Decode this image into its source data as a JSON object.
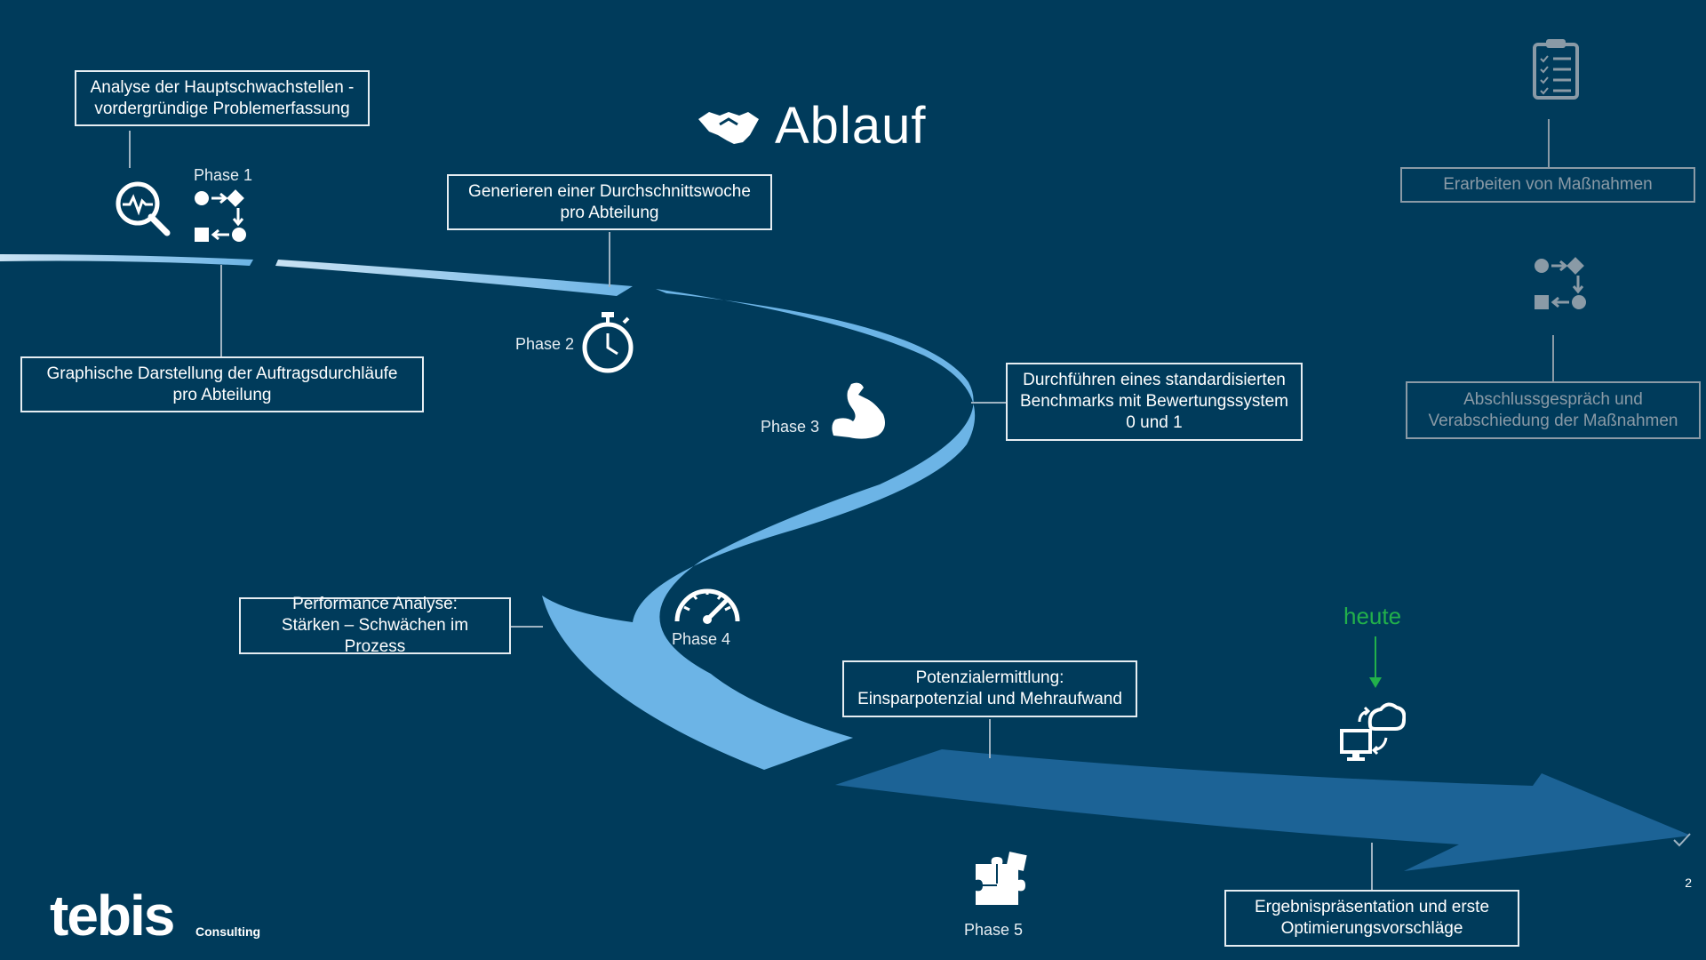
{
  "title": "Ablauf",
  "heute_label": "heute",
  "page_number": "2",
  "logo": {
    "wordmark": "tebis",
    "sub": "Consulting"
  },
  "phases": [
    {
      "label": "Phase 1",
      "icon": "flowchart-icon"
    },
    {
      "label": "Phase 2",
      "icon": "stopwatch-icon"
    },
    {
      "label": "Phase 3",
      "icon": "bicep-icon"
    },
    {
      "label": "Phase 4",
      "icon": "speedometer-icon"
    },
    {
      "label": "Phase 5",
      "icon": "puzzle-icon"
    }
  ],
  "boxes": {
    "analyse": {
      "line1": "Analyse der Hauptschwachstellen -",
      "line2": "vordergründige Problemerfassung"
    },
    "graphische": {
      "line1": "Graphische Darstellung der Auftragsdurchläufe",
      "line2": "pro Abteilung"
    },
    "generieren": {
      "line1": "Generieren einer Durchschnittswoche",
      "line2": "pro Abteilung"
    },
    "benchmark": {
      "line1": "Durchführen eines standardisierten",
      "line2": "Benchmarks mit Bewertungssystem",
      "line3": "0 und 1"
    },
    "performance": {
      "line1": "Performance Analyse:",
      "line2": "Stärken – Schwächen im Prozess"
    },
    "potenzial": {
      "line1": "Potenzialermittlung:",
      "line2": "Einsparpotenzial und Mehraufwand"
    },
    "ergebnis": {
      "line1": "Ergebnispräsentation und erste",
      "line2": "Optimierungsvorschläge"
    },
    "massnahmen": {
      "line1": "Erarbeiten von Maßnahmen"
    },
    "abschluss": {
      "line1": "Abschlussgespräch und",
      "line2": "Verabschiedung der Maßnahmen"
    }
  },
  "colors": {
    "background": "#003b5b",
    "road_light": "#6cb4e6",
    "road_dark": "#1c6396",
    "heute": "#22b04b",
    "future": "#8a9aa6"
  }
}
